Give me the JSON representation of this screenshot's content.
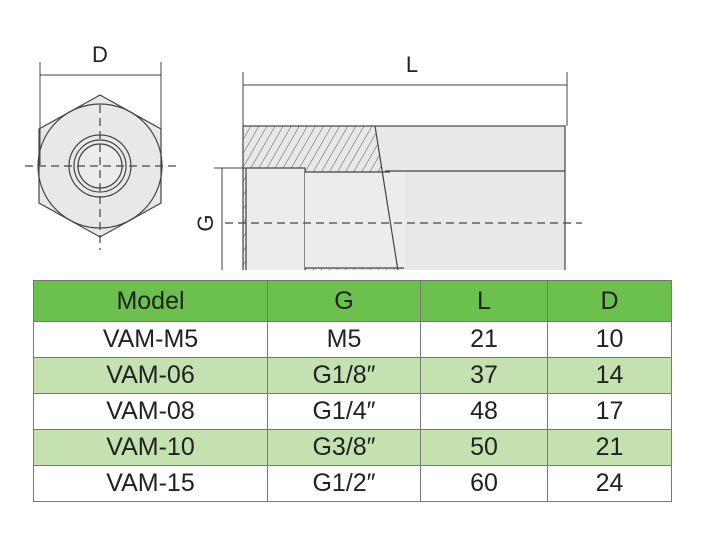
{
  "drawing": {
    "label_d": "D",
    "label_l": "L",
    "label_g": "G"
  },
  "table": {
    "headers": [
      "Model",
      "G",
      "L",
      "D"
    ],
    "rows": [
      [
        "VAM-M5",
        "M5",
        "21",
        "10"
      ],
      [
        "VAM-06",
        "G1/8″",
        "37",
        "14"
      ],
      [
        "VAM-08",
        "G1/4″",
        "48",
        "17"
      ],
      [
        "VAM-10",
        "G3/8″",
        "50",
        "21"
      ],
      [
        "VAM-15",
        "G1/2″",
        "60",
        "24"
      ]
    ]
  },
  "colors": {
    "header": "#6cc04e",
    "alt_row": "#c3e2b0"
  }
}
